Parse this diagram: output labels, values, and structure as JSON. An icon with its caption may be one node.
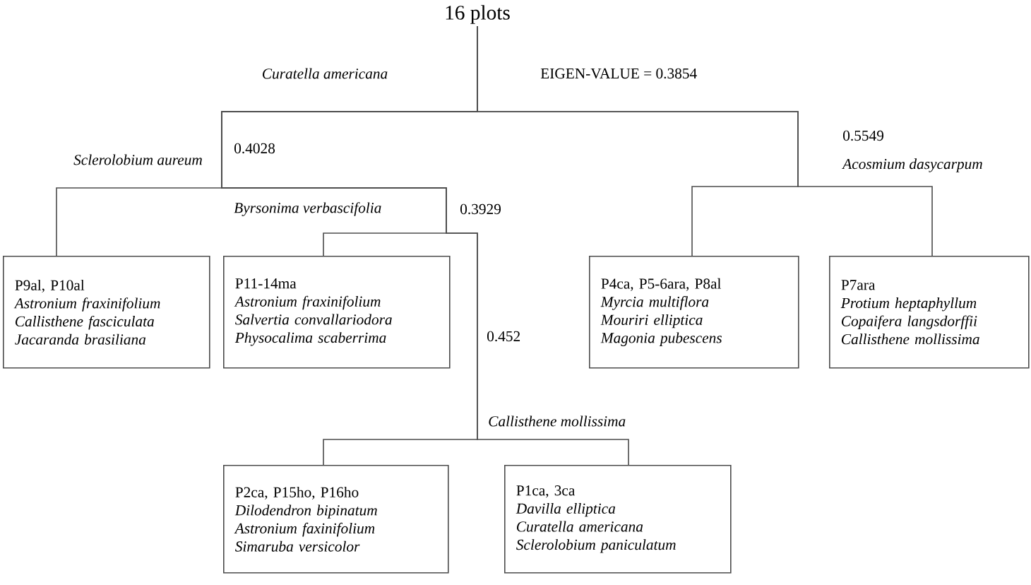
{
  "diagram": {
    "nodes": [
      {
        "text": [
          "16 plots"
        ]
      },
      {
        "text": [
          "P9al, P10al",
          "Astronium fraxinifolium",
          "Callisthene fasciculata",
          "Jacaranda brasiliana"
        ]
      },
      {
        "text": [
          "P11-14ma",
          "Astronium fraxinifolium",
          "Salvertia convallariodora",
          "Physocalima scaberrima"
        ]
      },
      {
        "text": [
          "P4ca, P5-6ara, P8al",
          "Myrcia multiflora",
          "Mouriri elliptica",
          "Magonia pubescens"
        ]
      },
      {
        "text": [
          "P7ara",
          "Protium heptaphyllum",
          "Copaifera langsdorffii",
          "Callisthene mollissima"
        ]
      },
      {
        "text": [
          "P2ca, P15ho, P16ho",
          "Dilodendron bipinatum",
          "Astronium faxinifolium",
          "Simaruba versicolor"
        ]
      },
      {
        "text": [
          "P1ca, 3ca",
          "Davilla elliptica",
          "Curatella americana",
          "Sclerolobium paniculatum"
        ]
      }
    ],
    "edges": [
      {
        "from": 0,
        "to": 1,
        "arrow": "none"
      },
      {
        "from": 0,
        "to": 2,
        "arrow": "none"
      },
      {
        "from": 0,
        "to": 3,
        "arrow": "none"
      },
      {
        "from": 0,
        "to": 4,
        "arrow": "none"
      },
      {
        "from": 0,
        "to": 5,
        "arrow": "none"
      },
      {
        "from": 0,
        "to": 6,
        "arrow": "none"
      }
    ],
    "labels": [
      "Curatella americana",
      "EIGEN-VALUE = 0.3854",
      "0.4028",
      "0.5549",
      "Sclerolobium aureum",
      "Acosmium dasycarpum",
      "Byrsonima verbascifolia",
      "0.3929",
      "0.452",
      "Callisthene mollissima"
    ]
  }
}
